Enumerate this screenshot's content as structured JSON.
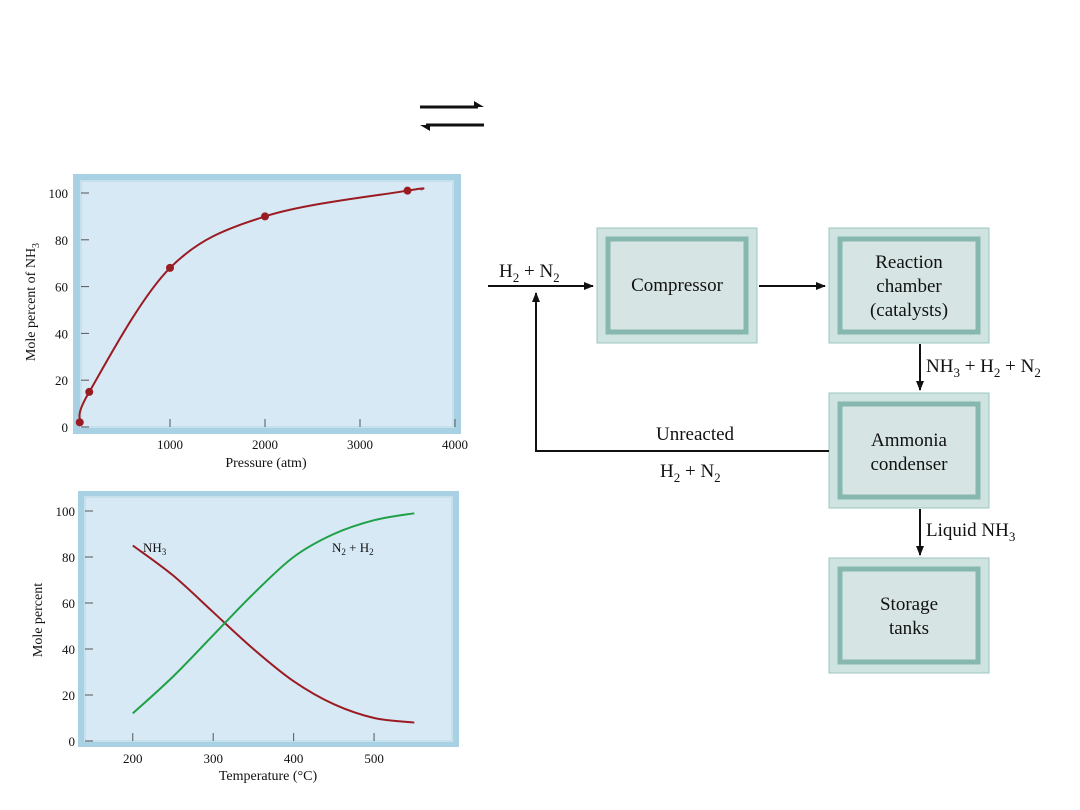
{
  "chart_data": [
    {
      "type": "line",
      "xlabel": "Pressure (atm)",
      "ylabel_main": "Mole percent of NH",
      "ylabel_sub": "3",
      "xlim": [
        0,
        4000
      ],
      "ylim": [
        0,
        100
      ],
      "x_ticks": [
        1000,
        2000,
        3000,
        4000
      ],
      "y_ticks": [
        0,
        20,
        40,
        60,
        80,
        100
      ],
      "series": [
        {
          "points": [
            [
              50,
              2
            ],
            [
              150,
              15
            ],
            [
              1000,
              68
            ],
            [
              2000,
              90
            ],
            [
              3500,
              101
            ]
          ],
          "curve_end": [
            3650,
            101.5
          ]
        }
      ],
      "grid": false,
      "color": "#9b1b22"
    },
    {
      "type": "line",
      "xlabel": "Temperature (°C)",
      "ylabel": "Mole percent",
      "xlim": [
        140,
        600
      ],
      "ylim": [
        0,
        105
      ],
      "x_ticks": [
        200,
        300,
        400,
        500
      ],
      "y_ticks": [
        0,
        20,
        40,
        60,
        80,
        100
      ],
      "series": [
        {
          "name_main": "NH",
          "name_sub": "3",
          "color": "#9b1b22",
          "x": [
            200,
            250,
            300,
            350,
            400,
            450,
            500,
            550
          ],
          "y": [
            85,
            72,
            56,
            40,
            26,
            16,
            10,
            8
          ]
        },
        {
          "name_main": "N",
          "name_sub": "2",
          "name_rest": " + H",
          "name_sub2": "2",
          "color": "#1fa044",
          "x": [
            200,
            250,
            300,
            350,
            400,
            450,
            500,
            550
          ],
          "y": [
            12,
            28,
            46,
            64,
            80,
            90,
            96,
            99
          ]
        }
      ],
      "grid": false
    }
  ],
  "diagram": {
    "equilibrium_arrow": "⇌",
    "boxes": {
      "compressor": [
        "Compressor"
      ],
      "reaction_chamber": [
        "Reaction",
        "chamber",
        "(catalysts)"
      ],
      "ammonia_condenser": [
        "Ammonia",
        "condenser"
      ],
      "storage_tanks": [
        "Storage",
        "tanks"
      ]
    },
    "labels": {
      "feed_H": "H",
      "feed_sub1": "2",
      "feed_plus": " + N",
      "feed_sub2": "2",
      "out_NH": "NH",
      "out_sub3": "3",
      "out_plusH": " + H",
      "out_sub2a": "2",
      "out_plusN": " + N",
      "out_sub2b": "2",
      "unreacted": "Unreacted",
      "recycle_H": "H",
      "recycle_sub1": "2",
      "recycle_plus": " + N",
      "recycle_sub2": "2",
      "liquid": "Liquid NH",
      "liquid_sub": "3"
    }
  },
  "colors": {
    "panel_fill": "#d8e9f6",
    "panel_border": "#a9d1e4",
    "box_outer": "#cfe4e0",
    "box_inner_border": "#86b8b0",
    "box_fill": "#d6e5e3"
  }
}
